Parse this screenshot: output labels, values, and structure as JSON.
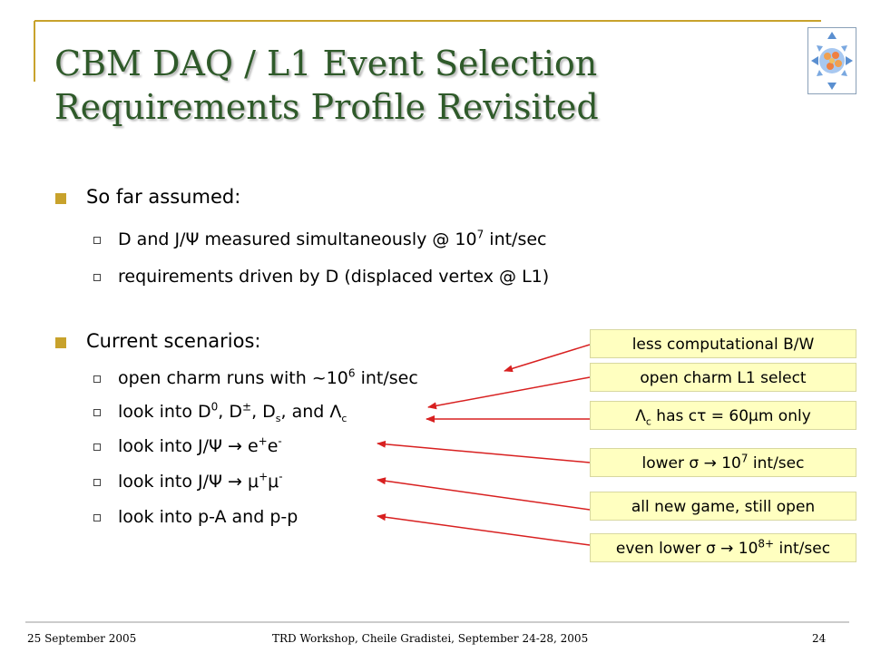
{
  "title": {
    "line1": "CBM DAQ / L1 Event Selection",
    "line2": "Requirements Profile Revisited"
  },
  "bullets": {
    "b1": {
      "text": "So far assumed:"
    },
    "b1s1": {
      "a": "D and J/Ψ measured simultaneously @ 10",
      "sup": "7",
      "b": " int/sec"
    },
    "b1s2": {
      "text": "requirements driven by D (displaced vertex @ L1)"
    },
    "b2": {
      "text": "Current scenarios:"
    },
    "b2s1": {
      "a": "open charm runs with ~10",
      "sup": "6",
      "b": " int/sec"
    },
    "b2s2": {
      "a": "look into D",
      "sup1": "0",
      "b": ", D",
      "sup2": "±",
      "c": ", D",
      "sub1": "s",
      "d": ", and Λ",
      "sub2": "c"
    },
    "b2s3": {
      "a": "look into J/Ψ → e",
      "sup1": "+",
      "b": "e",
      "sup2": "-"
    },
    "b2s4": {
      "a": "look into J/Ψ → μ",
      "sup1": "+",
      "b": "μ",
      "sup2": "-"
    },
    "b2s5": {
      "text": "look into p-A and p-p"
    }
  },
  "notes": {
    "n1": {
      "text": "less computational B/W"
    },
    "n2": {
      "text": "open charm L1 select"
    },
    "n3": {
      "a": "Λ",
      "sub": "c",
      "b": " has cτ = 60μm only"
    },
    "n4": {
      "a": "lower σ → 10",
      "sup": "7",
      "b": " int/sec"
    },
    "n5": {
      "text": "all new game, still open"
    },
    "n6": {
      "a": "even lower σ → 10",
      "sup": "8+",
      "b": " int/sec"
    }
  },
  "footer": {
    "date": "25 September 2005",
    "center": "TRD Workshop, Cheile Gradistei, September 24-28, 2005",
    "page": "24"
  },
  "colors": {
    "title": "#2f5a2a",
    "bullet_square": "#c8a22c",
    "frame_gold": "#c8a22c",
    "note_fill": "#ffffc0",
    "arrow_red": "#d82020"
  },
  "icons": {
    "logo": "cbm-logo-icon"
  }
}
